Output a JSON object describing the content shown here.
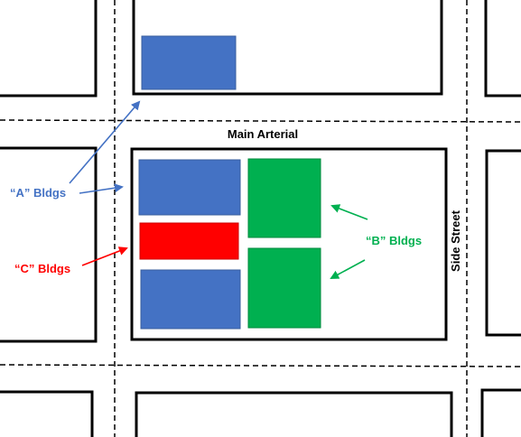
{
  "labels": {
    "main_arterial": "Main Arterial",
    "side_street": "Side Street",
    "a_bldgs": "“A” Bldgs",
    "b_bldgs": "“B” Bldgs",
    "c_bldgs": "“C” Bldgs"
  },
  "colors": {
    "a_buildings": "#4472c4",
    "b_buildings": "#00b050",
    "c_buildings": "#ff0000",
    "block_outline": "#000000",
    "street_centerline": "#000000"
  }
}
